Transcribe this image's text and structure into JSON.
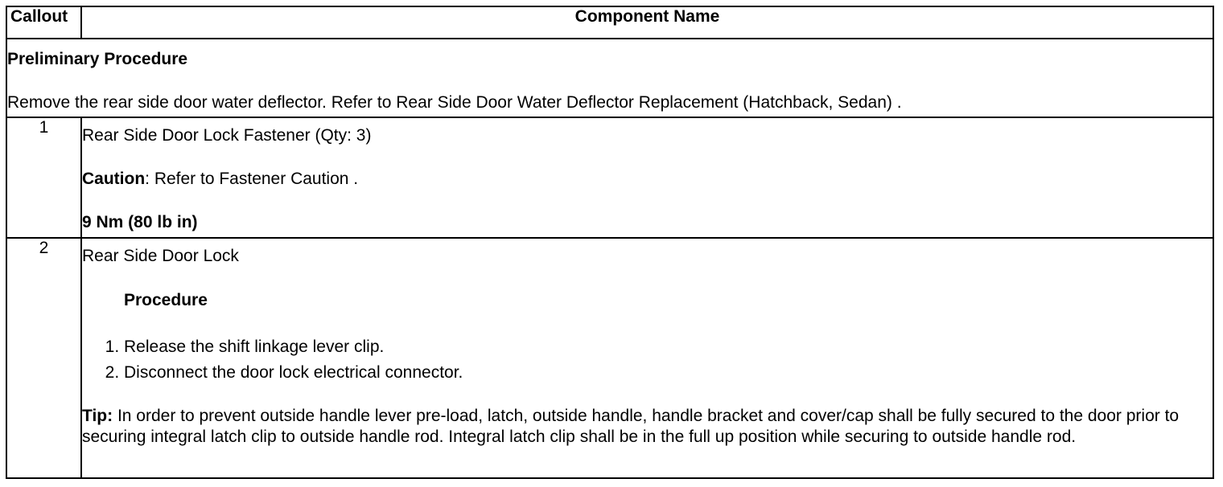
{
  "table": {
    "headers": {
      "callout": "Callout",
      "component_name": "Component Name"
    },
    "preliminary": {
      "title": "Preliminary Procedure",
      "text": "Remove the rear side door water deflector. Refer to Rear Side Door Water Deflector Replacement (Hatchback, Sedan) ."
    },
    "rows": [
      {
        "callout": "1",
        "component": "Rear Side Door Lock Fastener (Qty: 3)",
        "caution_label": "Caution",
        "caution_text": ": Refer to Fastener Caution .",
        "torque": "9 Nm (80 lb in)"
      },
      {
        "callout": "2",
        "component": "Rear Side Door Lock",
        "procedure_title": "Procedure",
        "steps": [
          "Release the shift linkage lever clip.",
          "Disconnect the door lock electrical connector."
        ],
        "tip_label": "Tip:",
        "tip_text": " In order to prevent outside handle lever pre-load, latch, outside handle, handle bracket and cover/cap shall be fully secured to the door prior to securing integral latch clip to outside handle rod. Integral latch clip shall be in the full up position while securing to outside handle rod."
      }
    ]
  }
}
